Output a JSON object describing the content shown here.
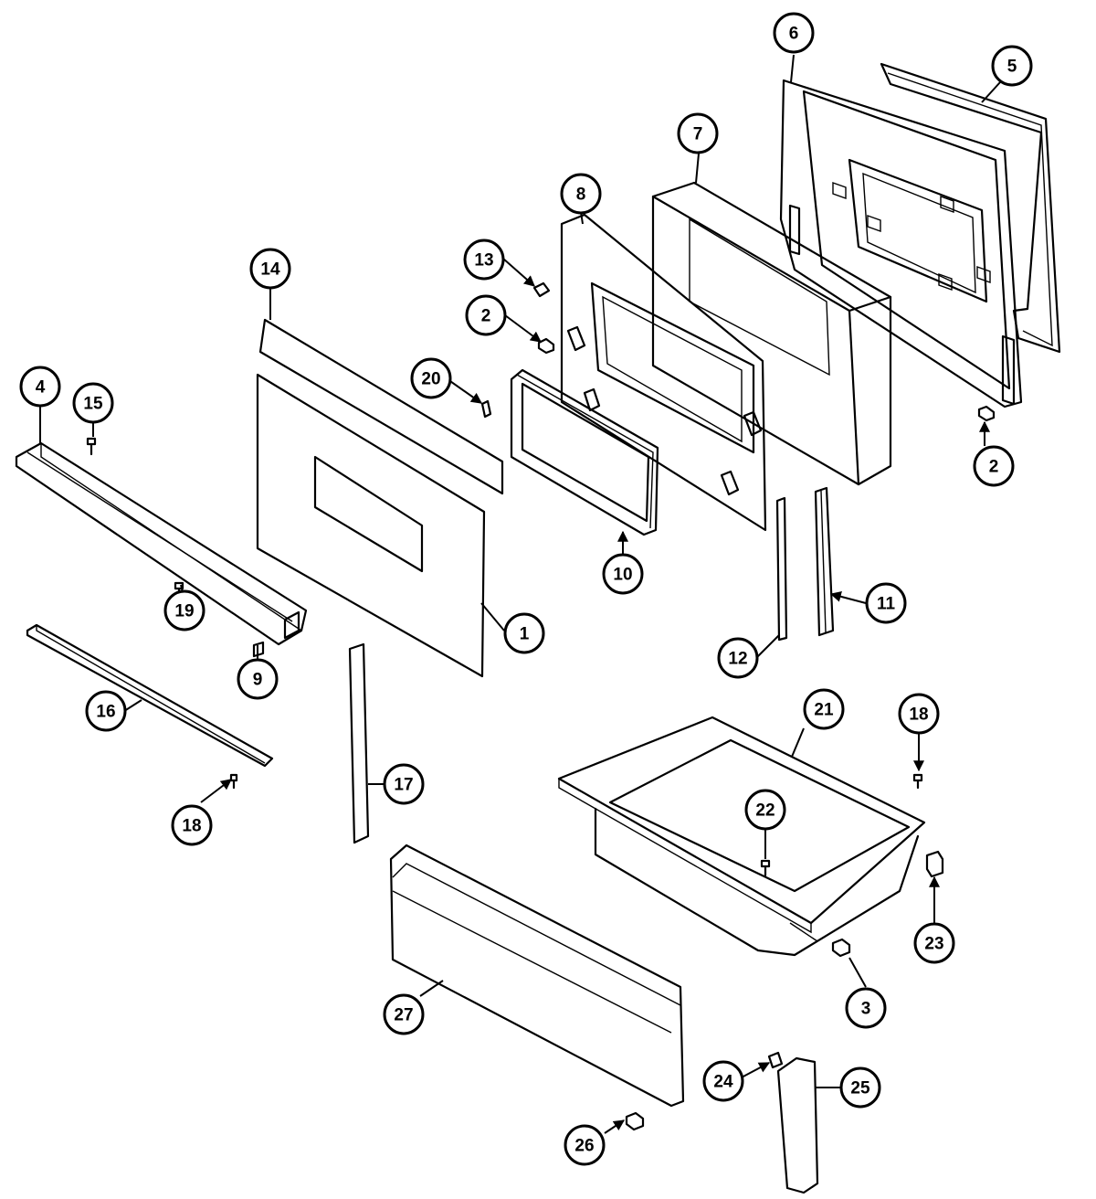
{
  "callouts": [
    {
      "id": "c6",
      "label": "6"
    },
    {
      "id": "c5",
      "label": "5"
    },
    {
      "id": "c7",
      "label": "7"
    },
    {
      "id": "c8",
      "label": "8"
    },
    {
      "id": "c13",
      "label": "13"
    },
    {
      "id": "c2a",
      "label": "2"
    },
    {
      "id": "c14",
      "label": "14"
    },
    {
      "id": "c20",
      "label": "20"
    },
    {
      "id": "c4",
      "label": "4"
    },
    {
      "id": "c15",
      "label": "15"
    },
    {
      "id": "c2b",
      "label": "2"
    },
    {
      "id": "c10",
      "label": "10"
    },
    {
      "id": "c11",
      "label": "11"
    },
    {
      "id": "c1",
      "label": "1"
    },
    {
      "id": "c19",
      "label": "19"
    },
    {
      "id": "c12",
      "label": "12"
    },
    {
      "id": "c9",
      "label": "9"
    },
    {
      "id": "c21",
      "label": "21"
    },
    {
      "id": "c18a",
      "label": "18"
    },
    {
      "id": "c16",
      "label": "16"
    },
    {
      "id": "c17",
      "label": "17"
    },
    {
      "id": "c22",
      "label": "22"
    },
    {
      "id": "c18b",
      "label": "18"
    },
    {
      "id": "c23",
      "label": "23"
    },
    {
      "id": "c27",
      "label": "27"
    },
    {
      "id": "c3",
      "label": "3"
    },
    {
      "id": "c24",
      "label": "24"
    },
    {
      "id": "c25",
      "label": "25"
    },
    {
      "id": "c26",
      "label": "26"
    }
  ]
}
